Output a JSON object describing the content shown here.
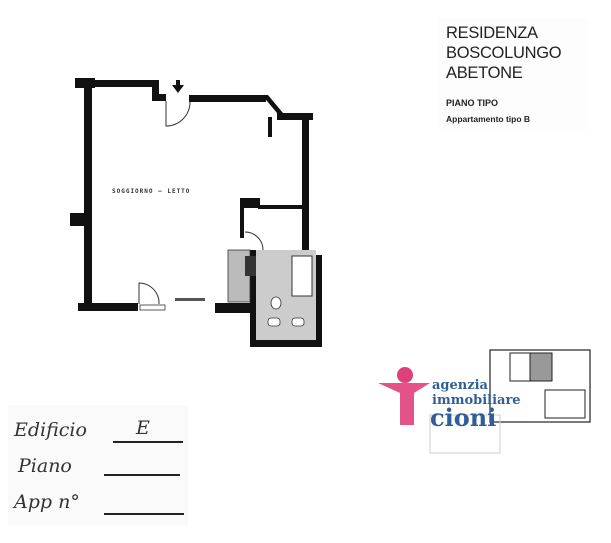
{
  "title_block": {
    "lines": [
      "RESIDENZA",
      "BOSCOLUNGO",
      "ABETONE"
    ],
    "piano": "PIANO TIPO",
    "appartamento": "Appartamento tipo B"
  },
  "plan": {
    "room_label": "SOGGIORNO — LETTO"
  },
  "form": {
    "edificio_label": "Edificio",
    "edificio_value": "E",
    "piano_label": "Piano",
    "app_label": "App n°"
  },
  "logo": {
    "line1": "agenzia",
    "line2": "immobiliare",
    "line3": "cioni",
    "pink": "#e0407a",
    "blue": "#2f5f96"
  }
}
